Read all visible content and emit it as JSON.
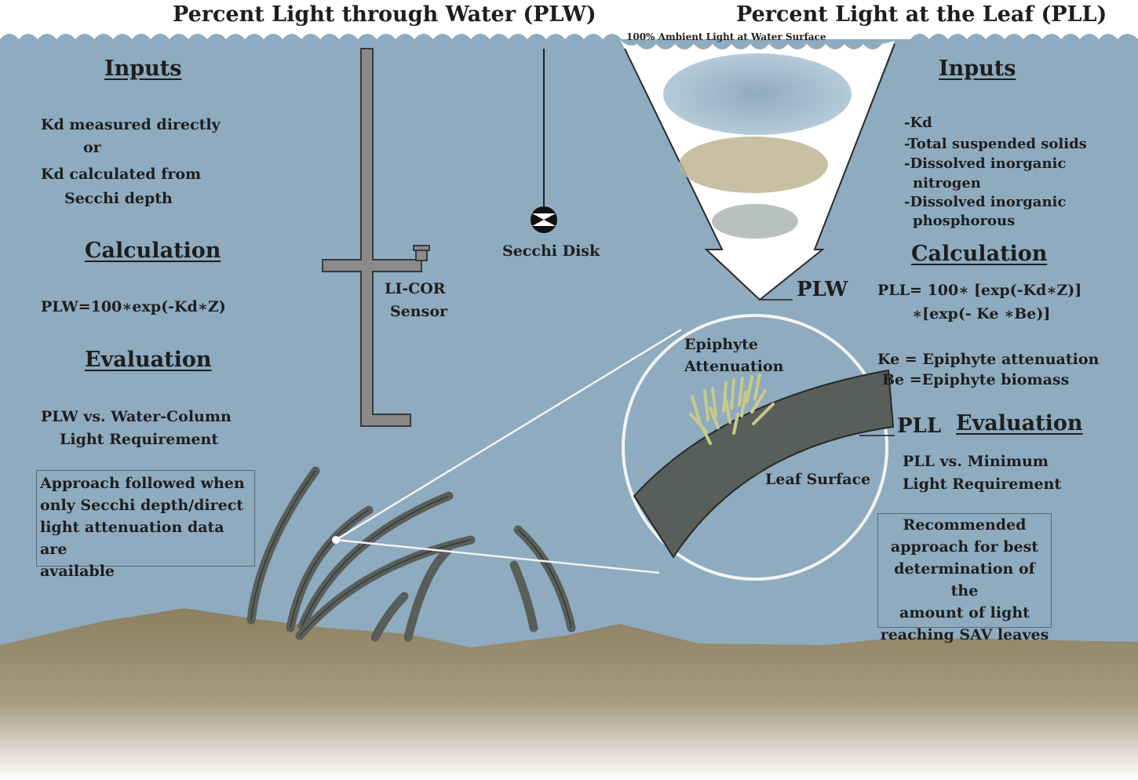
{
  "titles": {
    "left": "Percent Light through Water (PLW)",
    "right": "Percent Light at the Leaf (PLL)",
    "surface": "100% Ambient Light at Water Surface"
  },
  "left": {
    "inputs_heading": "Inputs",
    "inputs": [
      "Kd measured directly",
      "or",
      "Kd calculated from",
      "Secchi depth"
    ],
    "calculation_heading": "Calculation",
    "calculation": "PLW=100∗exp(-Kd∗Z)",
    "evaluation_heading": "Evaluation",
    "evaluation": [
      "PLW vs. Water-Column",
      "Light Requirement"
    ],
    "note": [
      "Approach followed when",
      "only Secchi depth/direct",
      "light attenuation data are",
      "available"
    ]
  },
  "middle": {
    "sensor_label": [
      "LI-COR",
      "Sensor"
    ],
    "secchi_label": "Secchi Disk",
    "plw_label": "PLW",
    "pll_label": "PLL",
    "epiphyte_label": [
      "Epiphyte",
      "Attenuation"
    ],
    "leaf_label": "Leaf Surface"
  },
  "right": {
    "inputs_heading": "Inputs",
    "inputs": [
      "-Kd",
      "-Total suspended solids",
      "-Dissolved inorganic",
      "nitrogen",
      "-Dissolved inorganic",
      "phosphorous"
    ],
    "calculation_heading": "Calculation",
    "calculation": [
      "PLL= 100∗ [exp(-Kd∗Z)]",
      "∗[exp(- Ke ∗Be)]"
    ],
    "definitions": [
      "Ke = Epiphyte attenuation",
      "Be =Epiphyte biomass"
    ],
    "evaluation_heading": "Evaluation",
    "evaluation": [
      "PLL vs. Minimum",
      "Light Requirement"
    ],
    "note": [
      "Recommended",
      "approach for best",
      "determination of the",
      "amount of light",
      "reaching SAV leaves"
    ]
  },
  "colors": {
    "water": "#8eabbf",
    "sediment": "#8b8060",
    "grass": "#585e59",
    "epiphyte": "#c9c98d",
    "sensor": "#8a8a8a"
  }
}
